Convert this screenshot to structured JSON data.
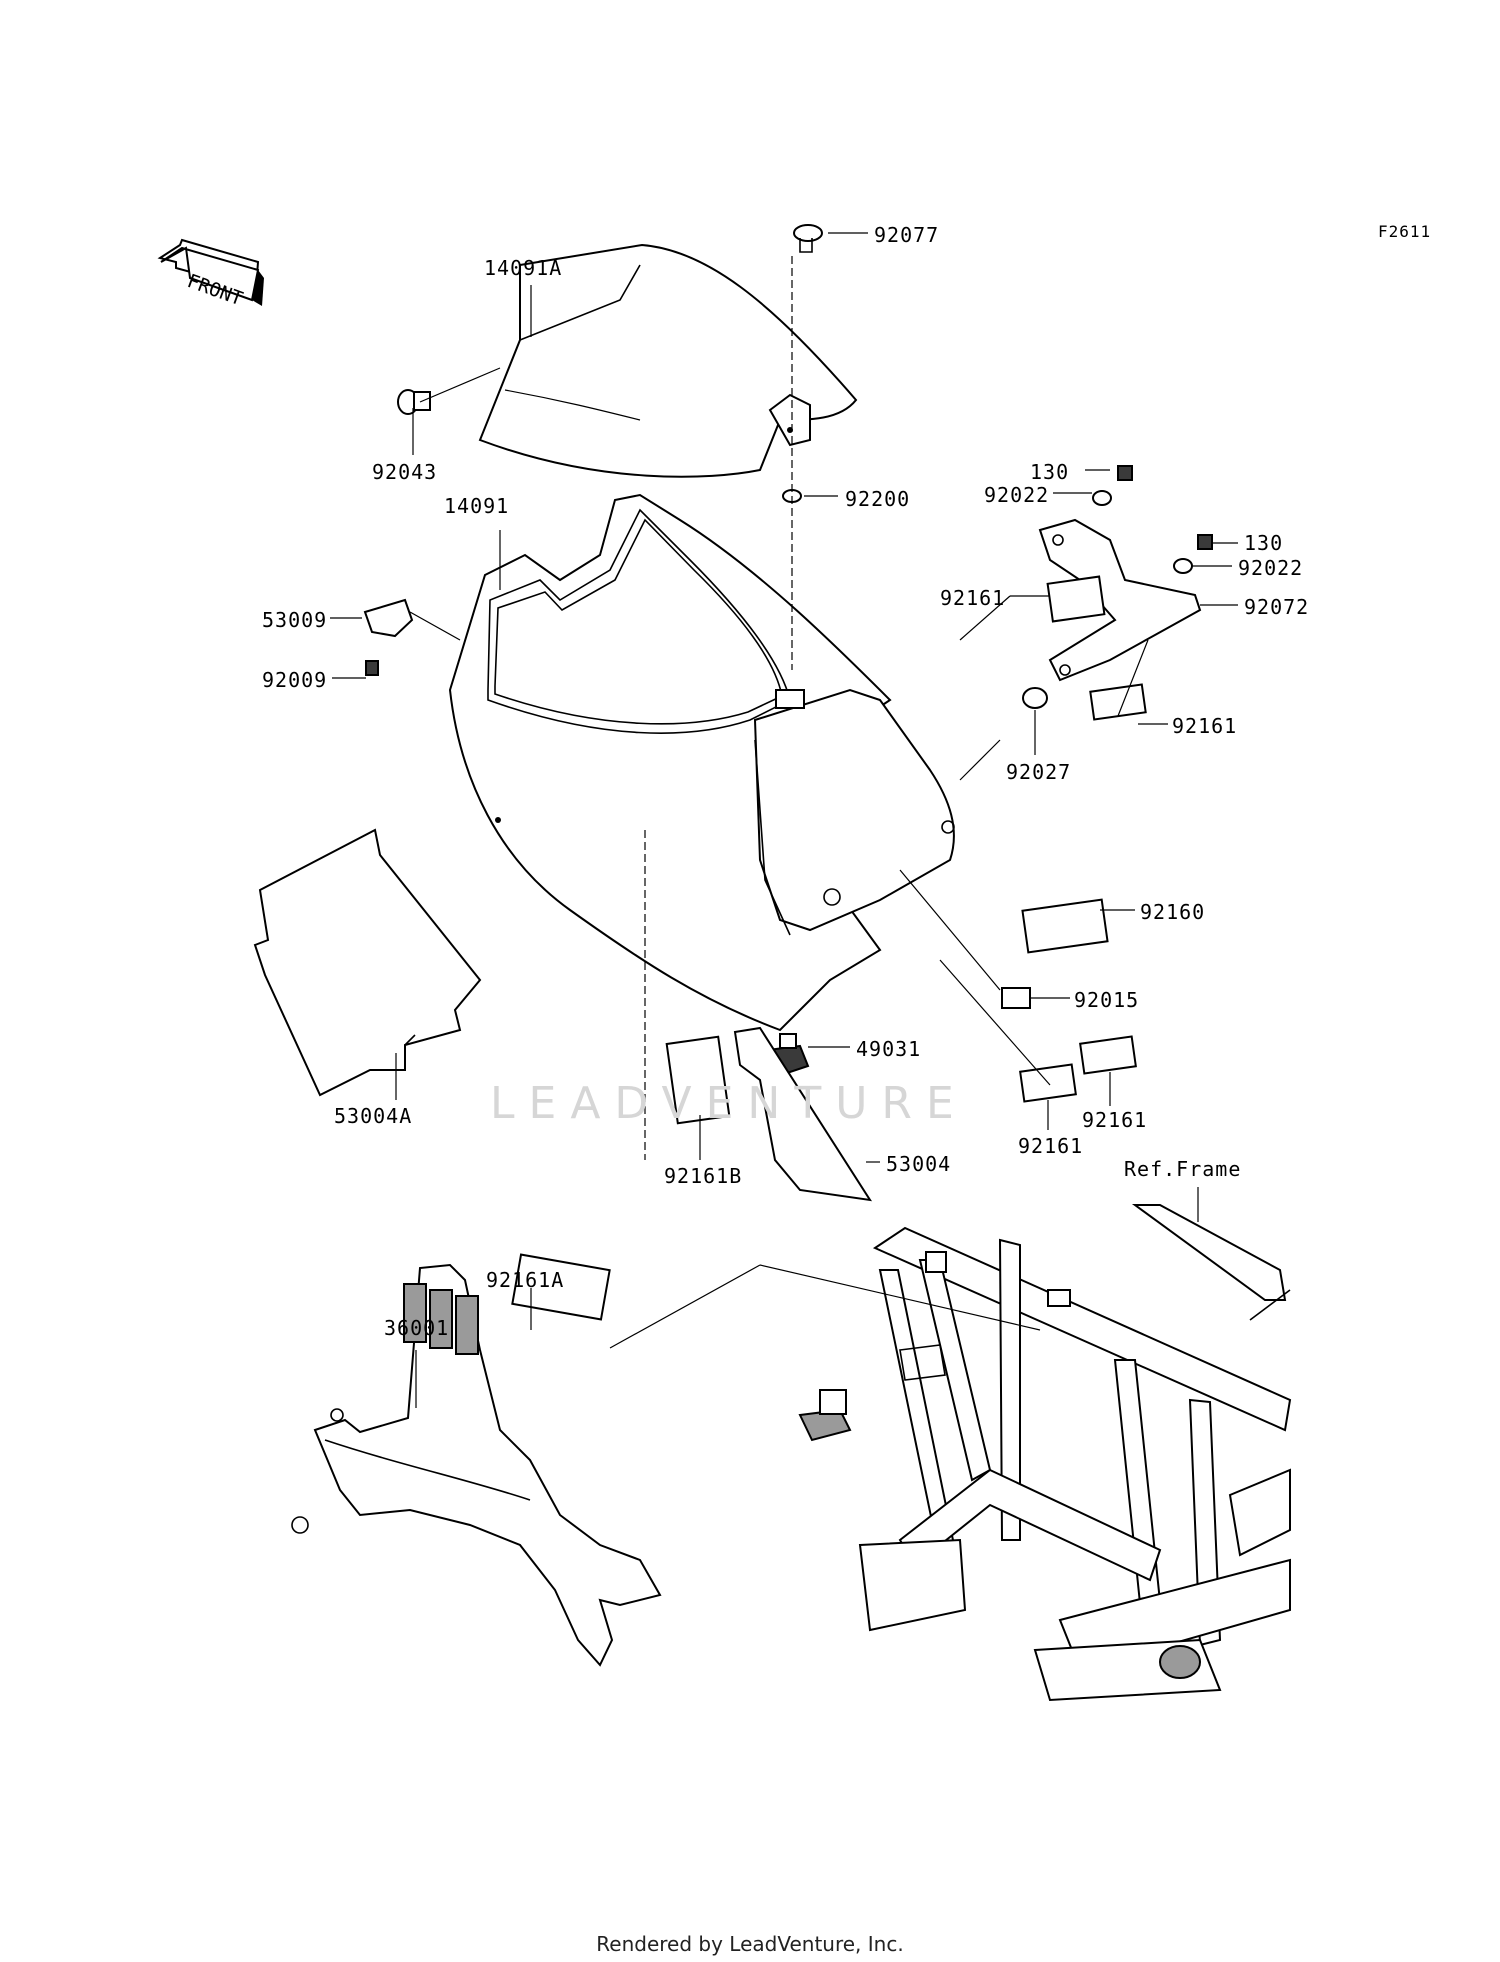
{
  "figure_code": "F2611",
  "front_label": "FRONT",
  "watermark": "LEADVENTURE",
  "footer": "Rendered by LeadVenture, Inc.",
  "callouts": {
    "c14091A": "14091A",
    "c92043": "92043",
    "c92077": "92077",
    "c92200": "92200",
    "c14091": "14091",
    "c53009": "53009",
    "c92009": "92009",
    "c130a": "130",
    "c92022a": "92022",
    "c130b": "130",
    "c92022b": "92022",
    "c92161a": "92161",
    "c92072": "92072",
    "c92161b": "92161",
    "c92027": "92027",
    "c92160": "92160",
    "c92015": "92015",
    "c49031": "49031",
    "c53004A": "53004A",
    "c92161B": "92161B",
    "c53004": "53004",
    "c92161c": "92161",
    "c92161d": "92161",
    "cRefFrame": "Ref.Frame",
    "c92161A": "92161A",
    "c36001": "36001"
  }
}
